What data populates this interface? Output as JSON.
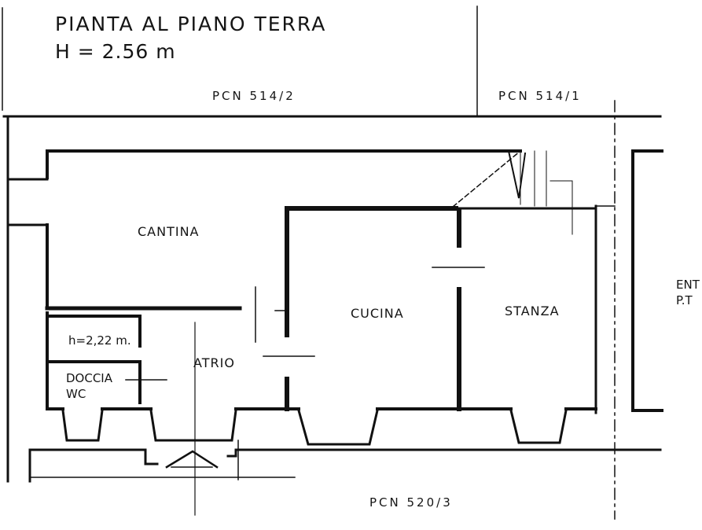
{
  "title": "PIANTA AL PIANO TERRA",
  "height": "H = 2.56 m",
  "parcels": {
    "north_left": "PCN 514/2",
    "north_right": "PCN 514/1",
    "south": "PCN 520/3"
  },
  "rooms": {
    "cantina": "CANTINA",
    "cucina": "CUCINA",
    "stanza": "STANZA",
    "atrio": "ATRIO",
    "doccia": "DOCCIA",
    "wc": "WC",
    "reduced_height": "h=2,22 m."
  },
  "edge_text": {
    "line1": "ENT",
    "line2": "P.T"
  }
}
